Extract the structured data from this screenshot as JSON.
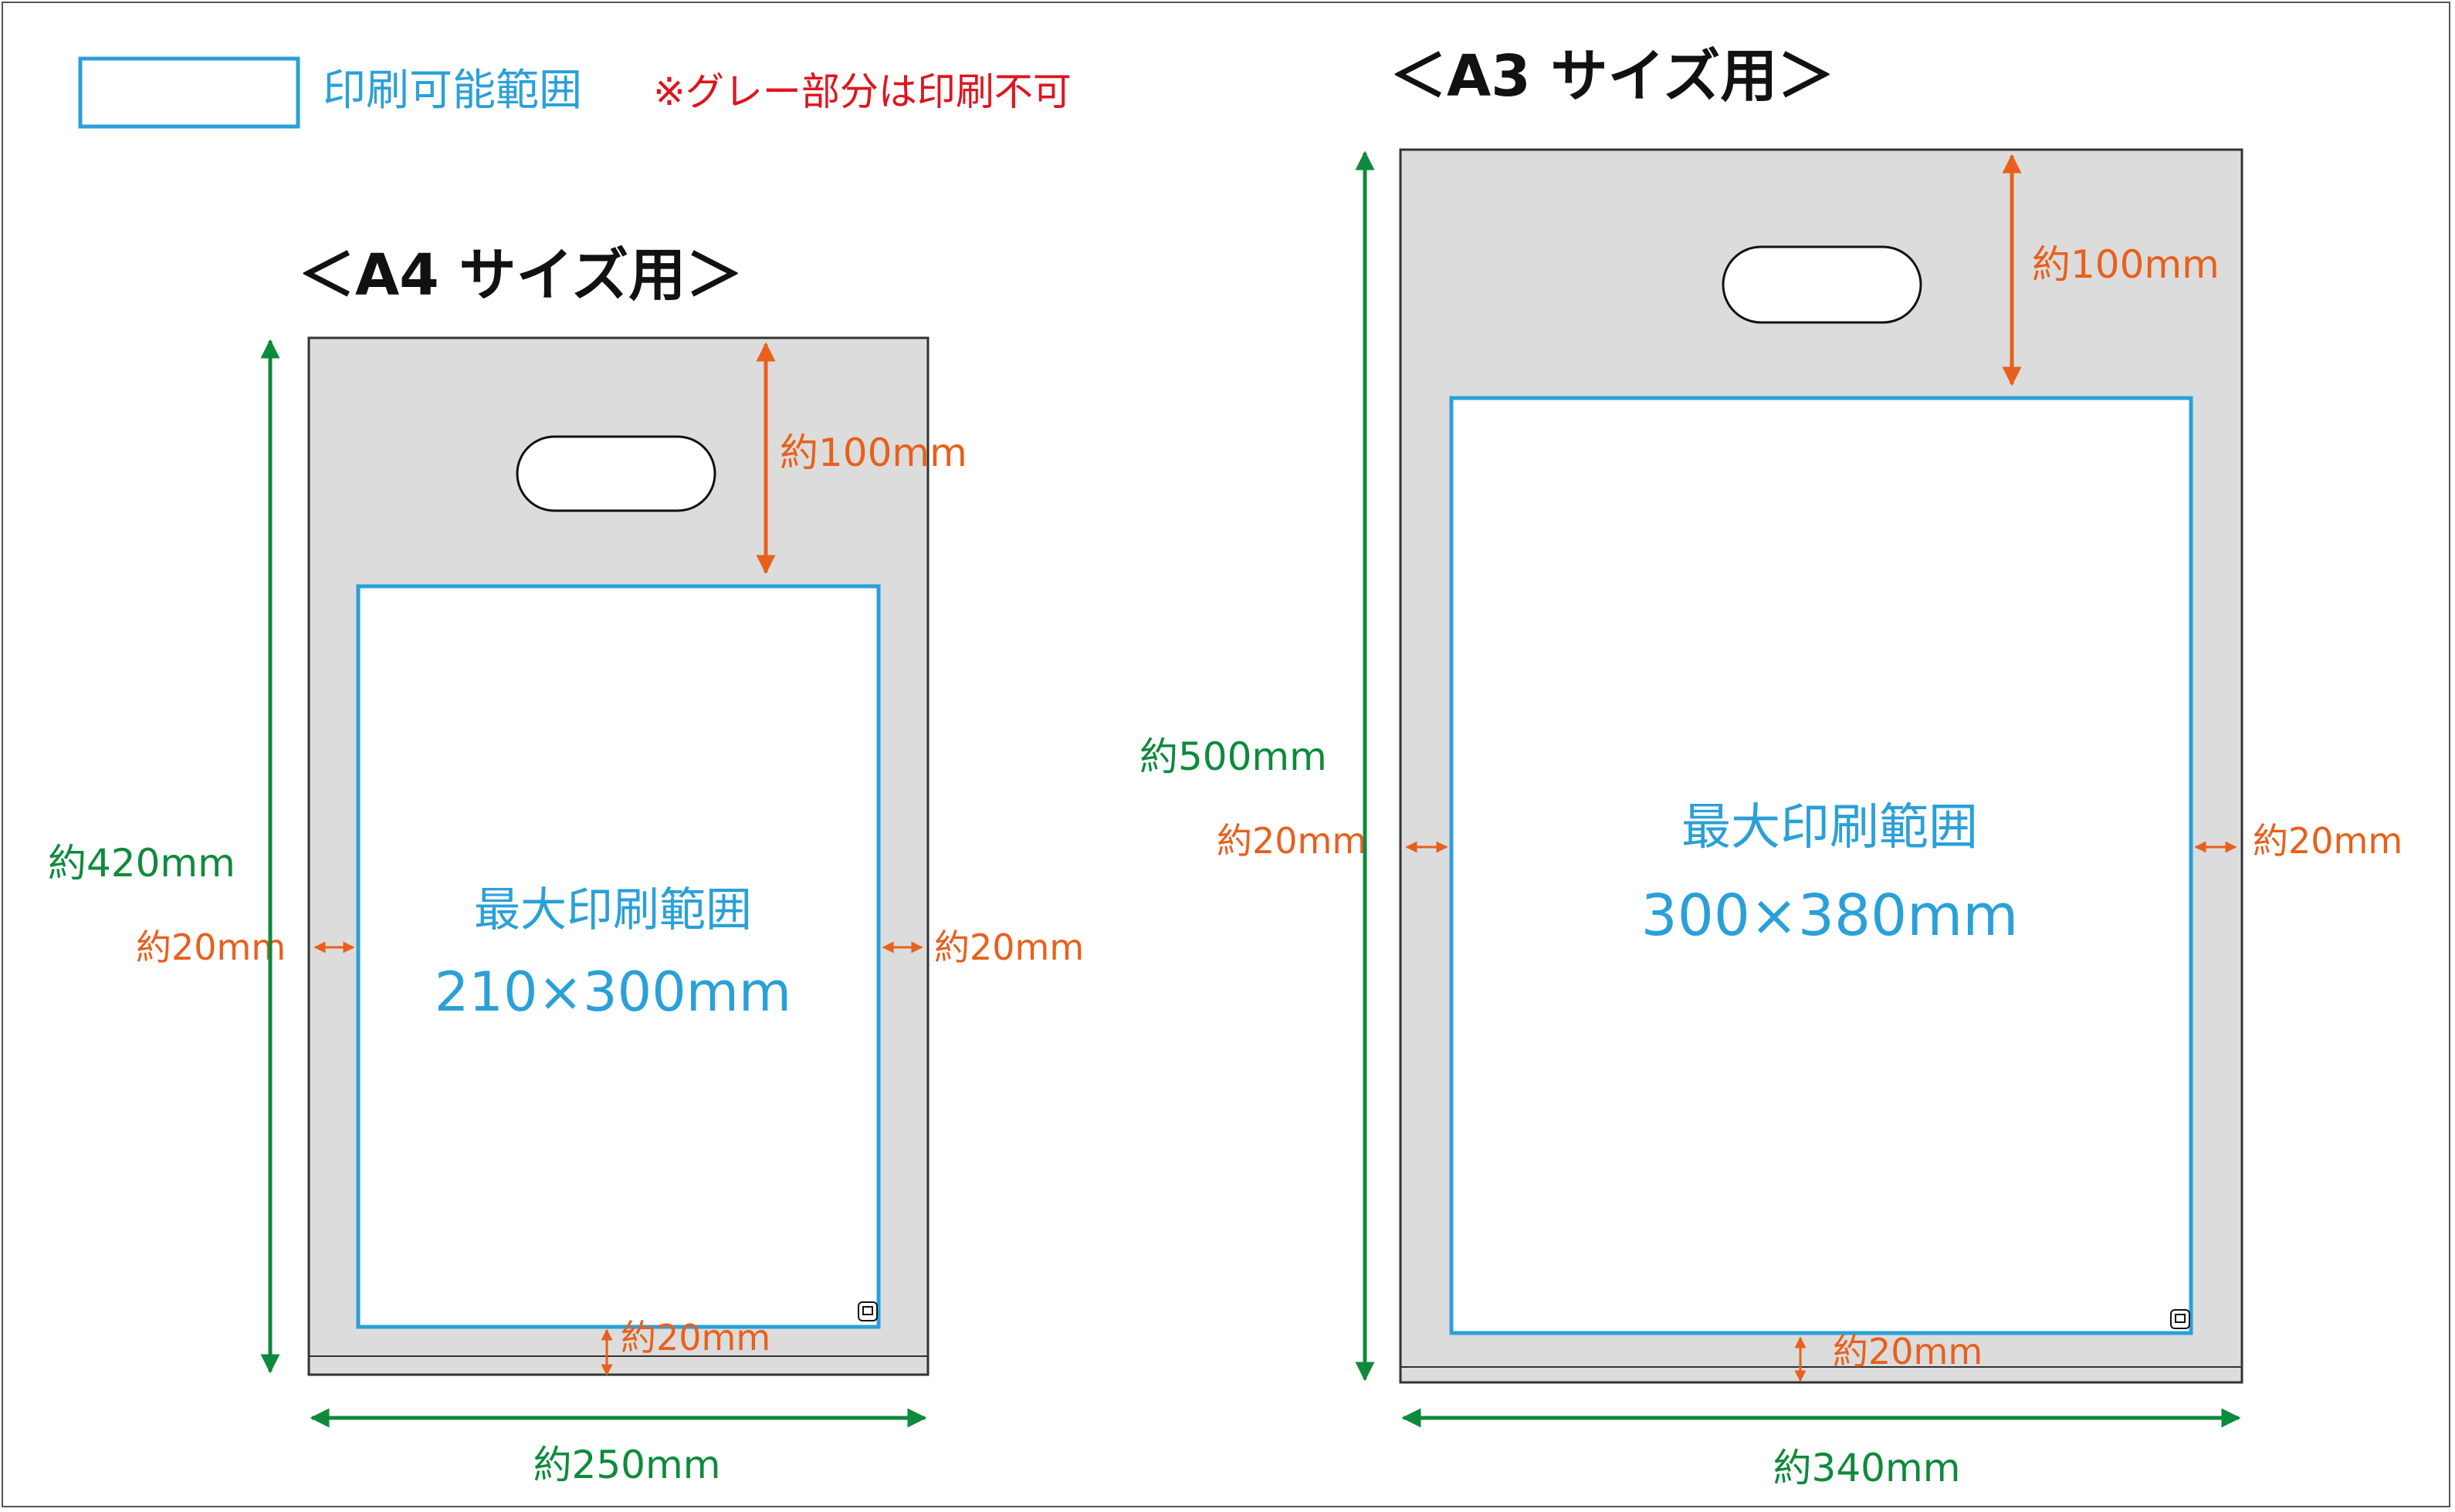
{
  "colors": {
    "print_blue": "#2aa0d8",
    "note_red": "#e0141e",
    "dim_orange": "#e8601c",
    "dim_green": "#0e8a3c",
    "bag_gray": "#dcdcdc",
    "outline": "#333333"
  },
  "legend": {
    "label": "印刷可能範囲",
    "note": "※グレー部分は印刷不可"
  },
  "a4": {
    "title": "＜A4 サイズ用＞",
    "area_label": "最大印刷範囲",
    "area_size": "210×300mm",
    "height": "約420mm",
    "width": "約250mm",
    "top": "約100mm",
    "left": "約20mm",
    "right": "約20mm",
    "bottom": "約20mm"
  },
  "a3": {
    "title": "＜A3 サイズ用＞",
    "area_label": "最大印刷範囲",
    "area_size": "300×380mm",
    "height": "約500mm",
    "width": "約340mm",
    "top": "約100mm",
    "left": "約20mm",
    "right": "約20mm",
    "bottom": "約20mm"
  }
}
